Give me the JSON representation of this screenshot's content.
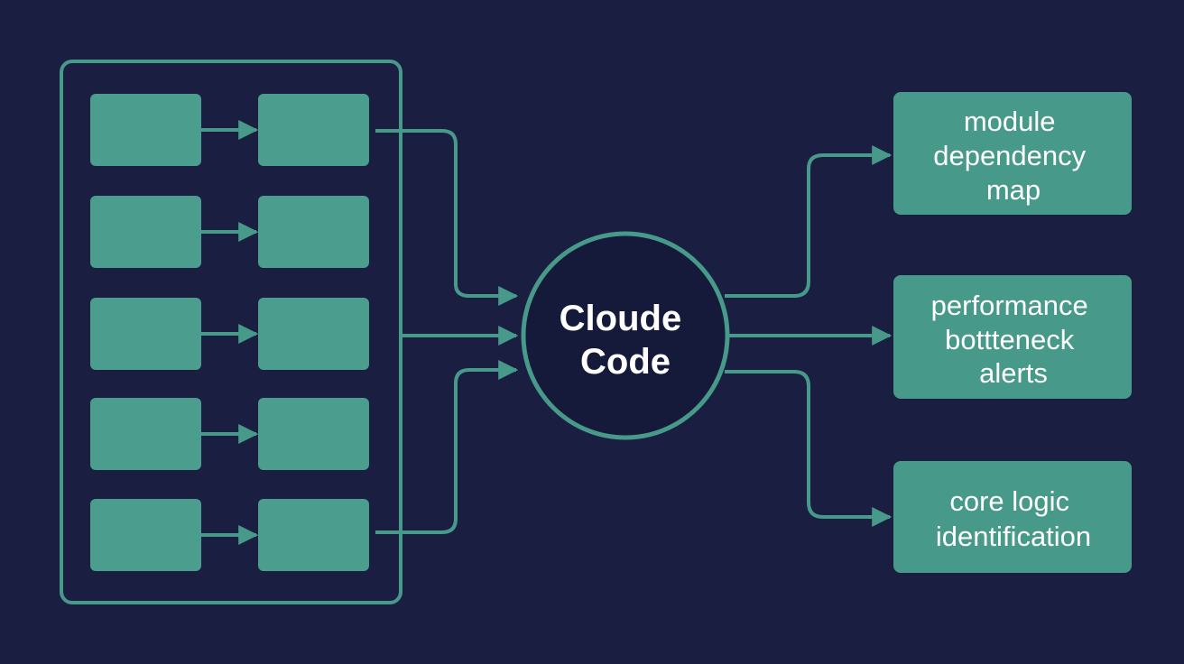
{
  "colors": {
    "background": "#1a1f42",
    "accent": "#47998a",
    "block_fill": "#4b9e8e",
    "hub_fill": "#151a3a",
    "text": "#ffffff"
  },
  "input_stage": {
    "rows": 5,
    "blocks_per_row": 2,
    "connector": "arrow"
  },
  "hub": {
    "line1": "Cloude",
    "line2": "Code"
  },
  "outputs": [
    {
      "id": "dependency-map",
      "lines": [
        "module",
        "dependency",
        "map"
      ]
    },
    {
      "id": "bottleneck-alerts",
      "lines": [
        "performance",
        "bottteneck",
        "alerts"
      ]
    },
    {
      "id": "core-logic",
      "lines": [
        "core logic",
        "identification"
      ]
    }
  ]
}
